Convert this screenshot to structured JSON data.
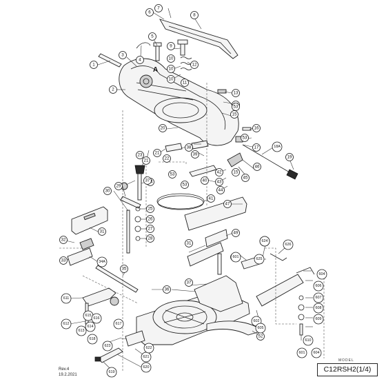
{
  "model_caption": "MODEL",
  "model_code": "C12RSH2(1/4)",
  "revision": "Rev.4",
  "revision_date": "19.2.2021",
  "marker_letter": "A",
  "callouts": [
    "1",
    "2",
    "3",
    "4",
    "5",
    "6",
    "7",
    "8",
    "9",
    "10",
    "10",
    "10",
    "11",
    "12",
    "13",
    "14",
    "15",
    "15",
    "16",
    "17",
    "18A",
    "19",
    "20",
    "21",
    "21",
    "22",
    "23",
    "24",
    "25",
    "26",
    "27",
    "28",
    "29",
    "30",
    "31",
    "31",
    "32",
    "33",
    "34A",
    "35",
    "36",
    "37",
    "37",
    "38",
    "39",
    "40",
    "41",
    "42",
    "43",
    "44",
    "45",
    "46",
    "47",
    "49",
    "51",
    "52",
    "53",
    "53",
    "53",
    "53",
    "601",
    "602",
    "603",
    "604",
    "605",
    "606",
    "607",
    "608",
    "609",
    "610",
    "611",
    "612",
    "613",
    "614",
    "615",
    "616",
    "617",
    "618",
    "619",
    "620",
    "621",
    "622",
    "623",
    "624",
    "625",
    "626",
    "601",
    "604"
  ]
}
